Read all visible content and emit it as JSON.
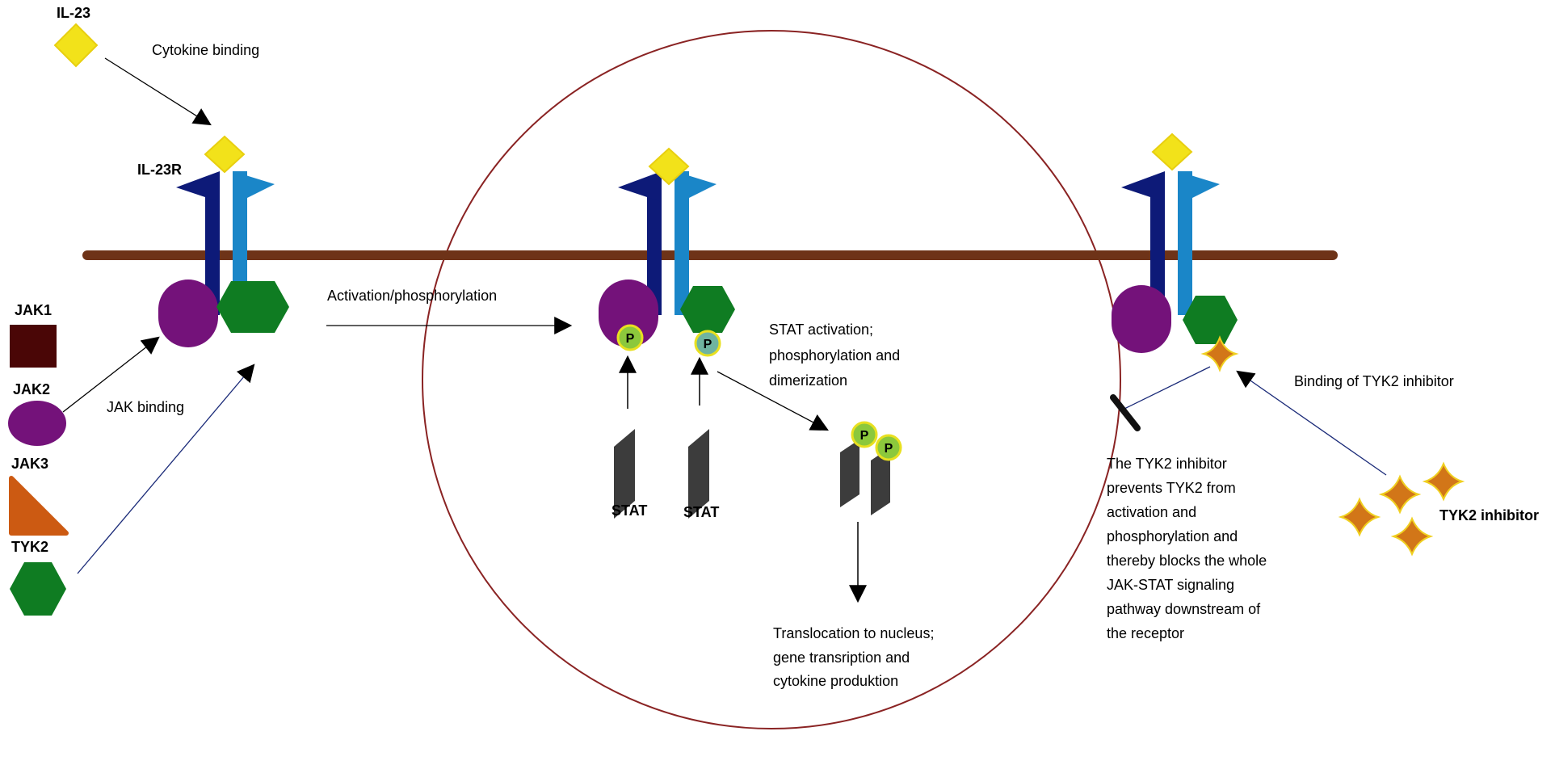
{
  "legend": {
    "jak1": "JAK1",
    "jak2": "JAK2",
    "jak3": "JAK3",
    "tyk2": "TYK2"
  },
  "labels": {
    "il23": "IL-23",
    "il23r": "IL-23R",
    "cytokine_binding": "Cytokine binding",
    "jak_binding": "JAK binding",
    "activation": "Activation/phosphorylation",
    "stat_left": "STAT",
    "stat_right": "STAT",
    "phospho": "P",
    "stat_activation": [
      "STAT activation;",
      "phosphorylation and",
      "dimerization"
    ],
    "translocation": [
      "Translocation to nucleus;",
      "gene transription and",
      "cytokine produktion"
    ],
    "binding_inhibitor": "Binding of TYK2 inhibitor",
    "inhibitor_note": [
      "The TYK2 inhibitor",
      "prevents TYK2 from",
      "activation and",
      "phosphorylation and",
      "thereby blocks the whole",
      "JAK-STAT signaling",
      "pathway downstream of",
      "the receptor"
    ],
    "tyk2_inhibitor": "TYK2 inhibitor"
  },
  "colors": {
    "il23": "#f2e21a",
    "receptor_dark": "#0d1a78",
    "receptor_light": "#1a86c8",
    "membrane": "#6e3318",
    "jak1": "#4a0606",
    "jak2": "#74127a",
    "jak3": "#cc5a12",
    "tyk2": "#0f7c22",
    "phospho": "#8cc83c",
    "stat": "#3c3c3c",
    "inhibitor": "#d27618",
    "cell_outline": "#8a2323"
  }
}
